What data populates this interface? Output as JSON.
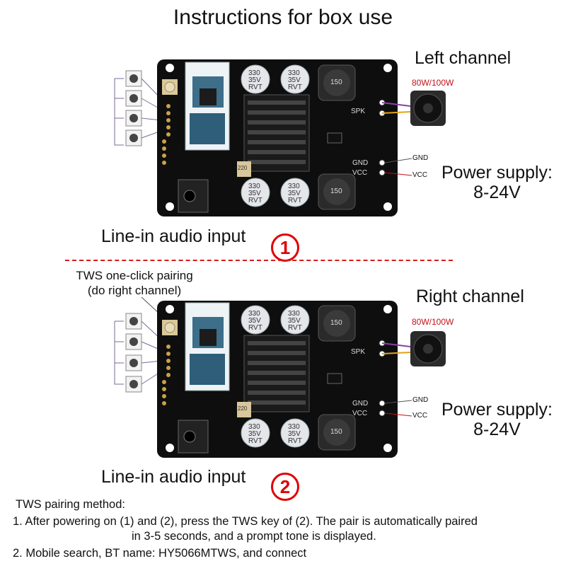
{
  "title": "Instructions for box use",
  "board1": {
    "channel_label": "Left channel",
    "power_rating": "80W/100W",
    "gnd": "GND",
    "vcc": "VCC",
    "power_label": "Power supply:",
    "power_range": "8-24V",
    "input_label": "Line-in audio input",
    "marker": "1"
  },
  "board2": {
    "tws_note_line1": "TWS one-click pairing",
    "tws_note_line2": "(do right channel)",
    "channel_label": "Right channel",
    "power_rating": "80W/100W",
    "gnd": "GND",
    "vcc": "VCC",
    "power_label": "Power supply:",
    "power_range": "8-24V",
    "input_label": "Line-in audio input",
    "marker": "2"
  },
  "board_silk": {
    "spk": "SPK",
    "gnd": "GND",
    "vcc": "VCC",
    "inductor": "150",
    "cap_value": "330",
    "cap_voltage": "35V",
    "cap_brand": "RVT",
    "small_cap": "220"
  },
  "instructions": {
    "heading": "TWS pairing method:",
    "step1_line1": "1. After powering on (1) and (2), press the TWS key of (2). The pair is automatically paired",
    "step1_line2": "in 3-5 seconds, and a prompt tone is displayed.",
    "step2": "2. Mobile search, BT name: HY5066MTWS, and connect"
  },
  "colors": {
    "marker_red": "#e00000",
    "rating_red": "#c0121a",
    "divider_red": "#d81b1b",
    "board": "#0e0e0e"
  }
}
